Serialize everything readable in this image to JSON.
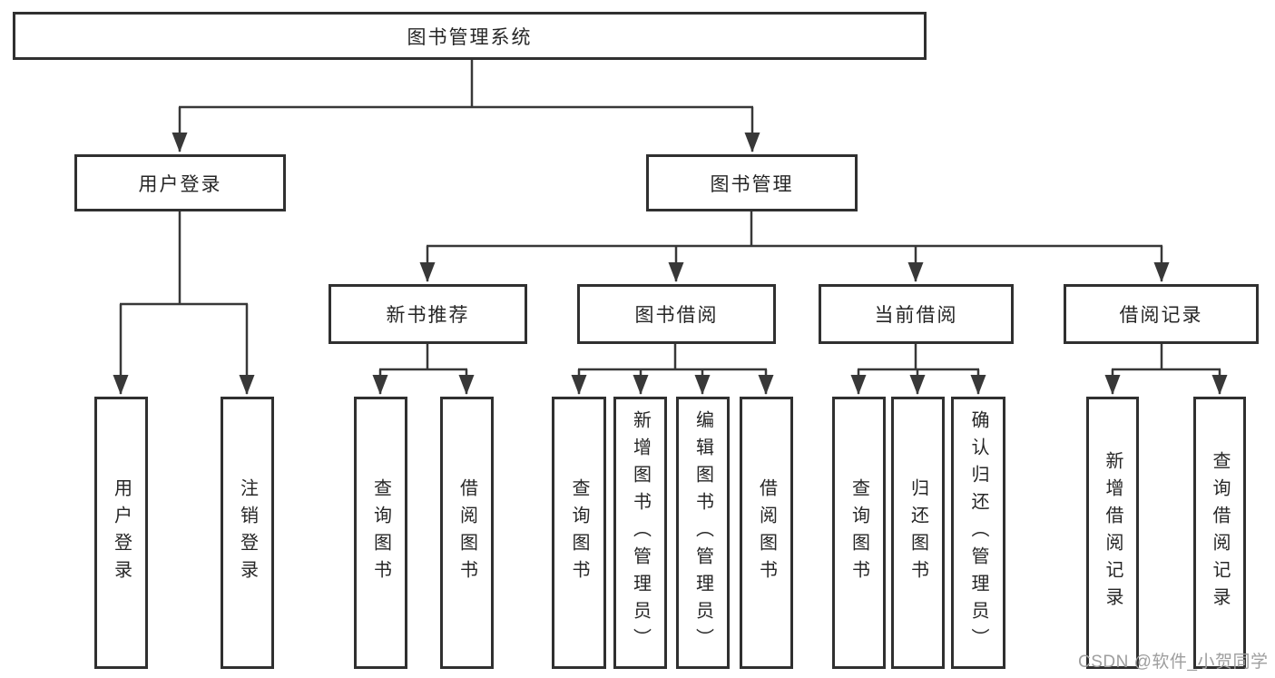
{
  "diagram": {
    "root": {
      "label": "图书管理系统"
    },
    "branches": [
      {
        "label": "用户登录",
        "children": [
          {
            "label": "用户登录"
          },
          {
            "label": "注销登录"
          }
        ]
      },
      {
        "label": "图书管理",
        "children": [
          {
            "label": "新书推荐",
            "children": [
              {
                "label": "查询图书"
              },
              {
                "label": "借阅图书"
              }
            ]
          },
          {
            "label": "图书借阅",
            "children": [
              {
                "label": "查询图书"
              },
              {
                "label": "新增图书（管理员）"
              },
              {
                "label": "编辑图书（管理员）"
              },
              {
                "label": "借阅图书"
              }
            ]
          },
          {
            "label": "当前借阅",
            "children": [
              {
                "label": "查询图书"
              },
              {
                "label": "归还图书"
              },
              {
                "label": "确认归还（管理员）"
              }
            ]
          },
          {
            "label": "借阅记录",
            "children": [
              {
                "label": "新增借阅记录"
              },
              {
                "label": "查询借阅记录"
              }
            ]
          }
        ]
      }
    ],
    "watermark": "CSDN @软件_小贺同学",
    "colors": {
      "line": "#383838",
      "box_border": "#303030",
      "text": "#262626",
      "watermark": "#9e9e9e",
      "background": "#ffffff"
    }
  }
}
